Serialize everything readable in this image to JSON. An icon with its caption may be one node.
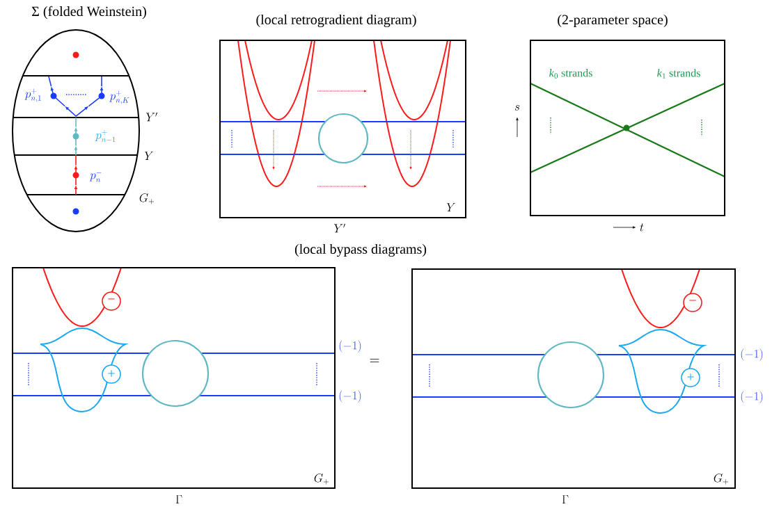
{
  "diagram": {
    "nodes": [
      {
        "text": [
          "Σ (folded Weinstein)"
        ]
      },
      {
        "text": [
          "(local retrogradient diagram)"
        ]
      },
      {
        "text": [
          "(2-parameter space)"
        ]
      },
      {
        "text": [],
        "shape": "box"
      },
      {
        "text": [],
        "shape": "box"
      },
      {
        "text": [
          "−"
        ],
        "in": 3
      },
      {
        "text": [
          "+"
        ],
        "in": 3
      },
      {
        "text": [
          "−"
        ],
        "in": 4
      },
      {
        "text": [
          "+"
        ],
        "in": 4
      }
    ],
    "labels": [
      "p^+_{n,1}",
      "p^+_{n,K}",
      "Y'",
      "p^+_{n-1}",
      "Y",
      "p^-_n",
      "G_+",
      "Y",
      "Y'",
      "*k*$_{0}$ strands",
      "*k*$_{1}$ strands",
      "s",
      "t",
      "(local bypass diagrams)",
      "(-1)",
      "(-1)",
      "G_+",
      "\\Gamma",
      "=",
      "(-1)",
      "(-1)",
      "G_+",
      "\\Gamma"
    ]
  }
}
